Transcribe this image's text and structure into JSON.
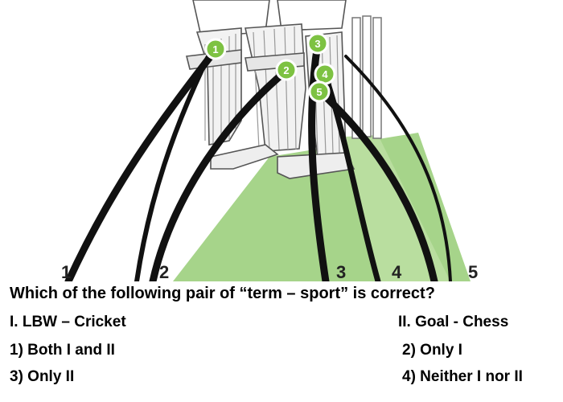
{
  "illustration": {
    "lane_numbers": [
      "1",
      "2",
      "3",
      "4",
      "5"
    ],
    "marker_numbers": [
      "1",
      "2",
      "3",
      "4",
      "5"
    ],
    "colors": {
      "pitch_green": "#a6d48a",
      "marker_green": "#7dc242",
      "marker_stroke": "#ffffff",
      "line_black": "#111111"
    }
  },
  "question": {
    "text": "Which of the following pair of “term – sport” is correct?",
    "statements": [
      "I. LBW – Cricket",
      "II. Goal - Chess"
    ],
    "options": [
      "1) Both I and II",
      "2) Only I",
      "3) Only II",
      "4) Neither I nor II"
    ]
  }
}
